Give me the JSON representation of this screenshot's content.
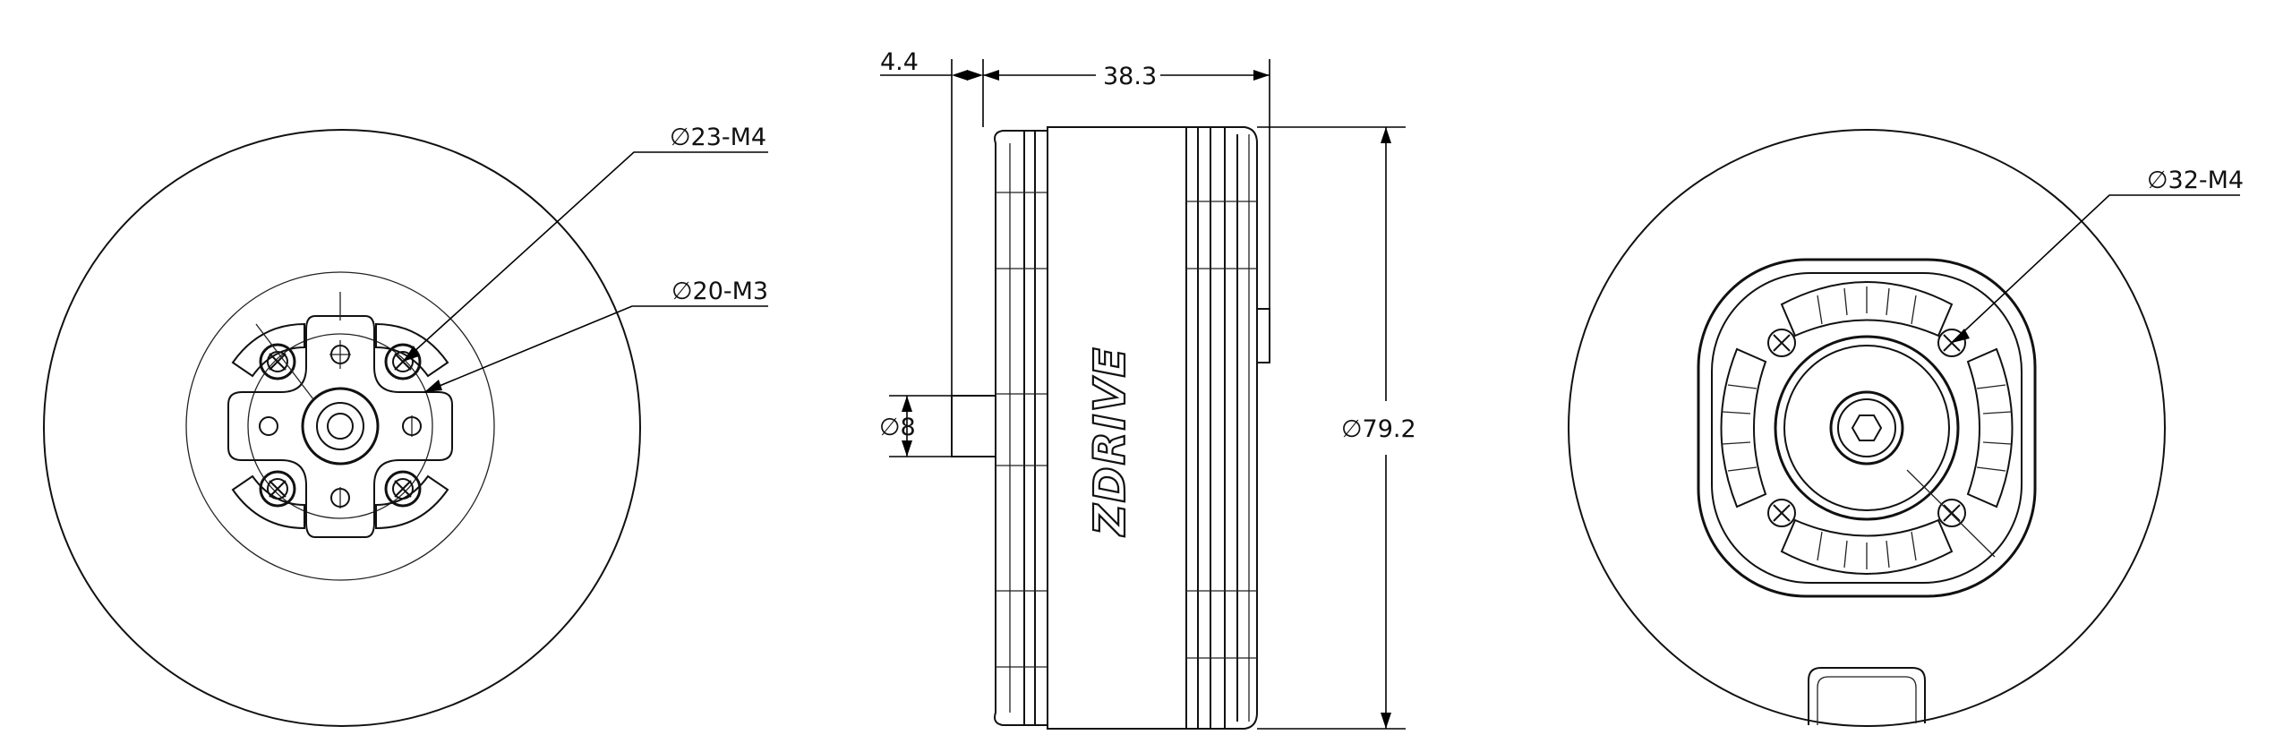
{
  "front_view": {
    "callout_outer_bolt": "∅23-M4",
    "callout_inner_bolt": "∅20-M3"
  },
  "side_view": {
    "brand_text": "ZDRIVE",
    "dim_shaft_offset": "4.4",
    "dim_body_length": "38.3",
    "dim_shaft_diameter": "∅8",
    "dim_outer_diameter": "∅79.2"
  },
  "rear_view": {
    "callout_mount_bolt": "∅32-M4"
  }
}
